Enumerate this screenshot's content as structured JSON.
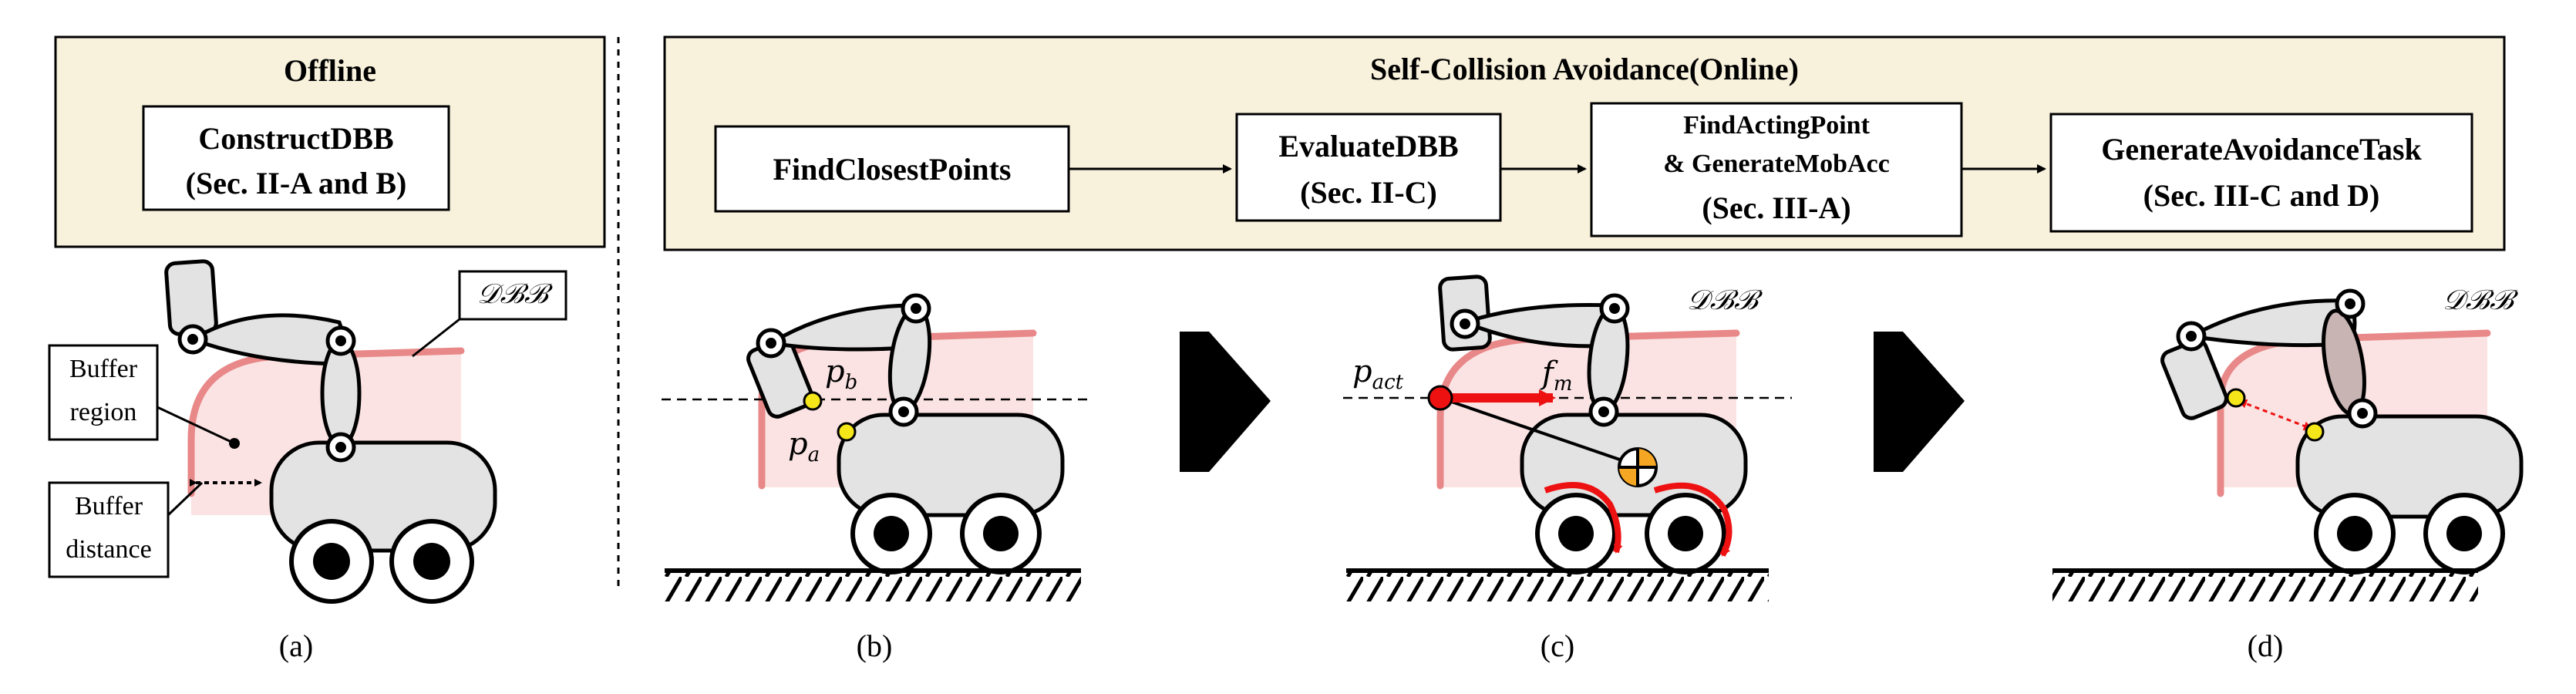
{
  "offline": {
    "title": "Offline",
    "box_line1": "ConstructDBB",
    "box_line2": "(Sec. II-A and B)"
  },
  "online": {
    "title": "Self-Collision Avoidance(Online)",
    "step1": "FindClosestPoints",
    "step2_line1": "EvaluateDBB",
    "step2_line2": "(Sec. II-C)",
    "step3_line1": "FindActingPoint",
    "step3_line2": "& GenerateMobAcc",
    "step3_line3": "(Sec. III-A)",
    "step4_line1": "GenerateAvoidanceTask",
    "step4_line2": "(Sec. III-C and D)"
  },
  "labels": {
    "dbb": "𝒟ℬℬ",
    "buffer_region": [
      "Buffer",
      "region"
    ],
    "buffer_distance": [
      "Buffer",
      "distance"
    ],
    "p_b": "p",
    "p_b_sub": "b",
    "p_a": "p",
    "p_a_sub": "a",
    "p_act": "p",
    "p_act_sub": "act",
    "f_m": "f",
    "f_m_sub": "m"
  },
  "captions": [
    "(a)",
    "(b)",
    "(c)",
    "(d)"
  ],
  "colors": {
    "panel_fill": "#f8f1dc",
    "buffer_fill": "#fbe3e3",
    "buffer_edge": "#e88888",
    "arm_gray": "#e3e3e3",
    "point_yellow": "#f5e61a",
    "arrow_red": "#ee1111",
    "com_orange": "#f5a623"
  }
}
